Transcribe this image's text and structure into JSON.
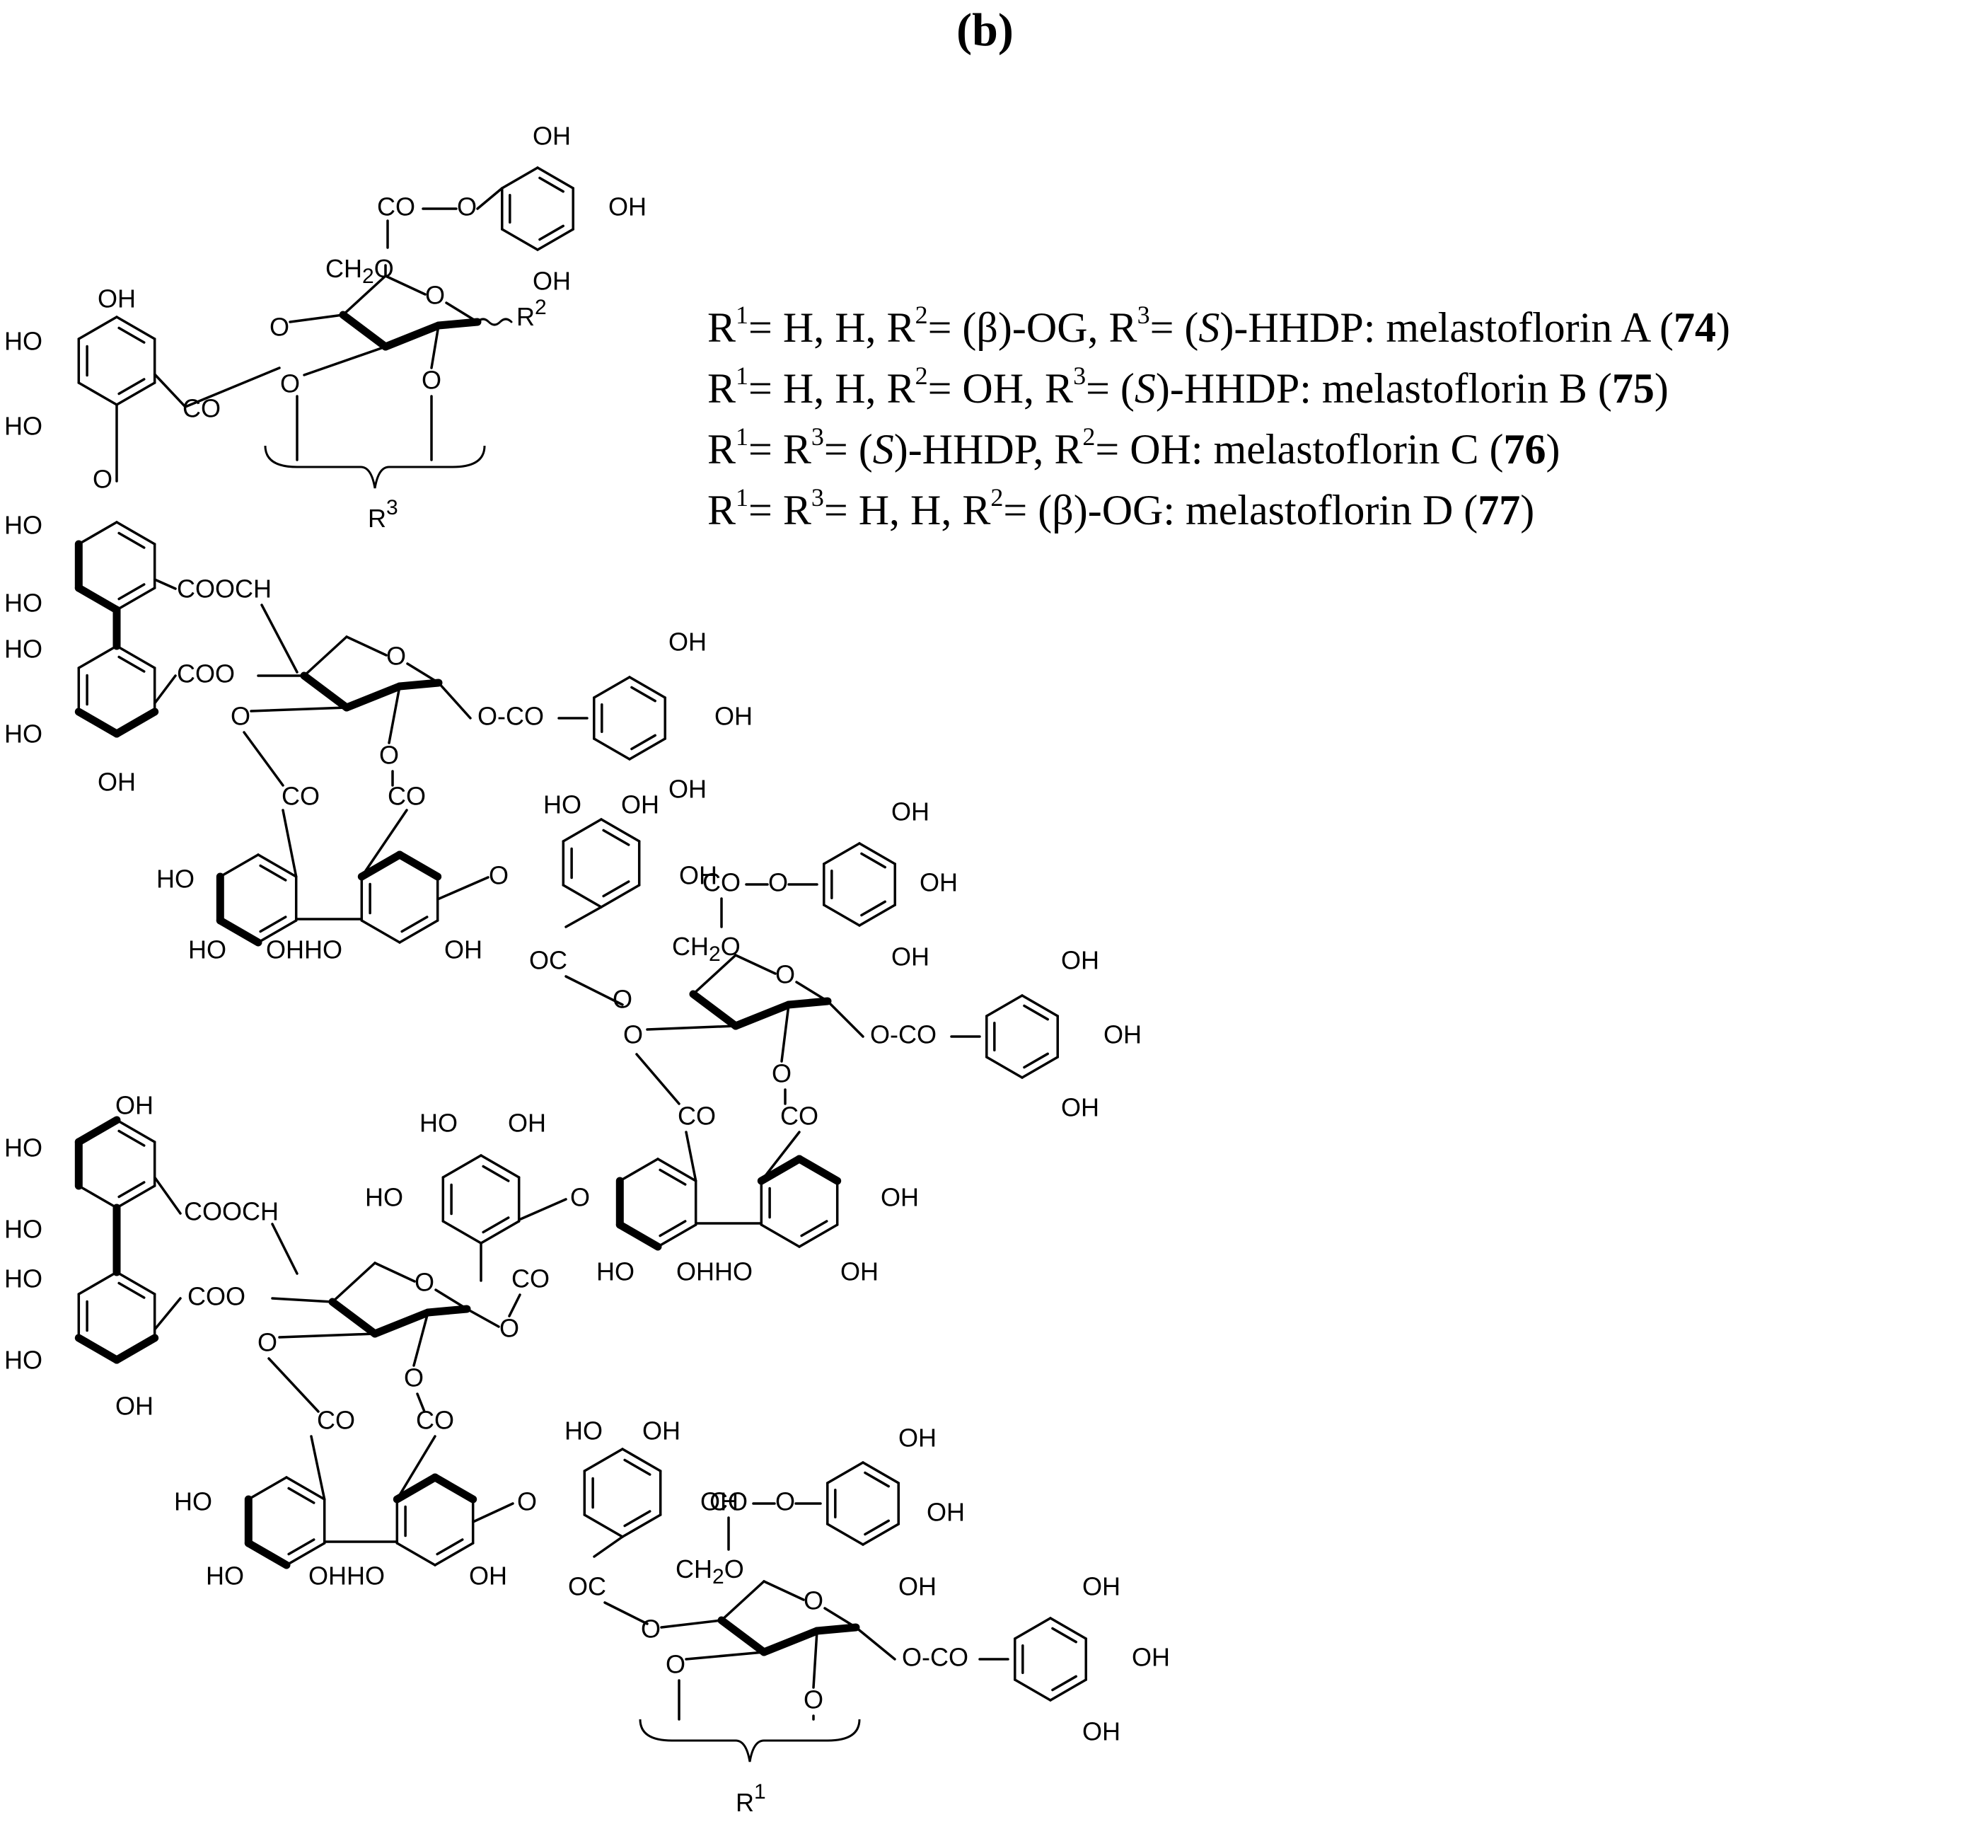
{
  "panel": {
    "label": "(b)"
  },
  "atoms": {
    "oh": "OH",
    "ho": "HO",
    "o": "O",
    "co": "CO",
    "oc": "OC",
    "coo": "COO",
    "cooch2": "COOCH",
    "ch2o_ch": "CH",
    "ch2o_sub": "2",
    "ch2o_o": "O",
    "ohho": "OHHO",
    "o_co": "O-CO",
    "r_sup2": "2"
  },
  "brackets": {
    "top": {
      "r": "R",
      "sup": "3"
    },
    "bottom": {
      "r": "R",
      "sup": "1"
    }
  },
  "legend": {
    "rows": [
      {
        "r1": "R",
        "s1": "1",
        "t1": "= H, H, R",
        "s2": "2",
        "t2": "= (β)-OG, R",
        "s3": "3",
        "t3": "= (",
        "stereo": "S",
        "t4": ")-HHDP: melastoflorin A (",
        "num": "74",
        "t5": ")"
      },
      {
        "r1": "R",
        "s1": "1",
        "t1": "= H, H, R",
        "s2": "2",
        "t2": "= OH, R",
        "s3": "3",
        "t3": "= (",
        "stereo": "S",
        "t4": ")-HHDP: melastoflorin B (",
        "num": "75",
        "t5": ")"
      },
      {
        "r1": "R",
        "s1": "1",
        "t1": "= R",
        "s2": "3",
        "t2": "= (",
        "stereo": "S",
        "t3": ")-HHDP, R",
        "s3": "2",
        "t4": "= OH: melastoflorin C (",
        "num": "76",
        "t5": ")"
      },
      {
        "r1": "R",
        "s1": "1",
        "t1": "= R",
        "s2": "3",
        "t2": "= H, H, R",
        "s3": "2",
        "t3": "= (β)-OG: melastoflorin D (",
        "num": "77",
        "t4": ")"
      }
    ]
  }
}
